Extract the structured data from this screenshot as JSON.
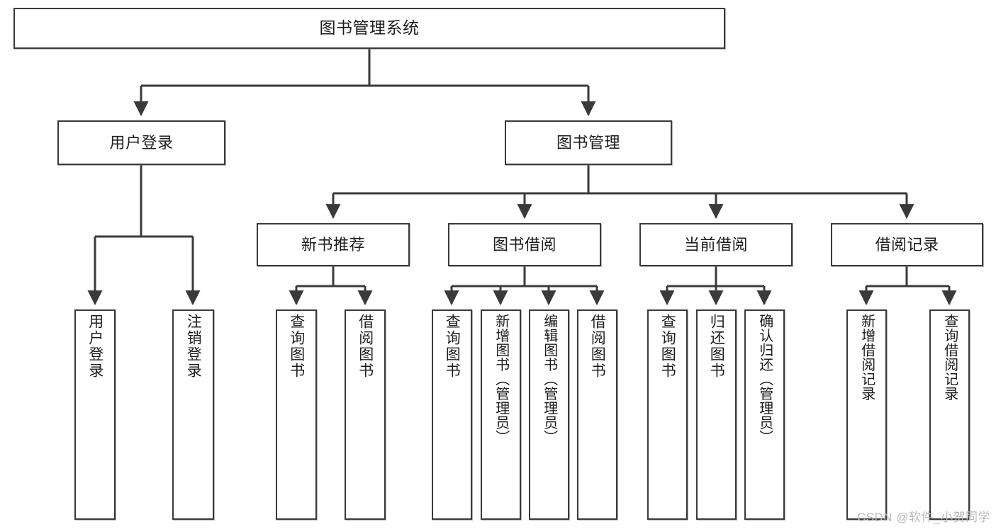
{
  "diagram": {
    "title": "图书管理系统",
    "type": "hierarchy-tree",
    "watermark": "CSDN @软件_小贺同学",
    "colors": {
      "box_border": "#3a3a3a",
      "box_fill": "#ffffff",
      "edge": "#3a3a3a",
      "text": "#1d1d1d",
      "watermark": "#b9b9b9",
      "canvas": "#ffffff"
    },
    "levels": {
      "level1": [
        "图书管理系统"
      ],
      "level2": [
        "用户登录",
        "图书管理"
      ],
      "level3": [
        "新书推荐",
        "图书借阅",
        "当前借阅",
        "借阅记录"
      ],
      "level4": [
        "用户登录",
        "注销登录",
        "查询图书",
        "借阅图书",
        "查询图书",
        "新增图书（管理员）",
        "编辑图书（管理员）",
        "借阅图书",
        "查询图书",
        "归还图书",
        "确认归还（管理员）",
        "新增借阅记录",
        "查询借阅记录"
      ]
    },
    "nodes": {
      "root": {
        "label": "图书管理系统"
      },
      "user_login": {
        "label": "用户登录"
      },
      "book_mgmt": {
        "label": "图书管理"
      },
      "new_book_rec": {
        "label": "新书推荐"
      },
      "book_borrow": {
        "label": "图书借阅"
      },
      "current_borrow": {
        "label": "当前借阅"
      },
      "borrow_record": {
        "label": "借阅记录"
      },
      "leaf_user_login": {
        "label": "用户登录"
      },
      "leaf_user_logout": {
        "label": "注销登录"
      },
      "leaf_rec_query": {
        "label": "查询图书"
      },
      "leaf_rec_borrow": {
        "label": "借阅图书"
      },
      "leaf_borrow_query": {
        "label": "查询图书"
      },
      "leaf_borrow_add": {
        "label": "新增图书（管理员）"
      },
      "leaf_borrow_edit": {
        "label": "编辑图书（管理员）"
      },
      "leaf_borrow_lend": {
        "label": "借阅图书"
      },
      "leaf_cur_query": {
        "label": "查询图书"
      },
      "leaf_cur_return": {
        "label": "归还图书"
      },
      "leaf_cur_confirm": {
        "label": "确认归还（管理员）"
      },
      "leaf_rec_add": {
        "label": "新增借阅记录"
      },
      "leaf_rec_search": {
        "label": "查询借阅记录"
      }
    }
  }
}
